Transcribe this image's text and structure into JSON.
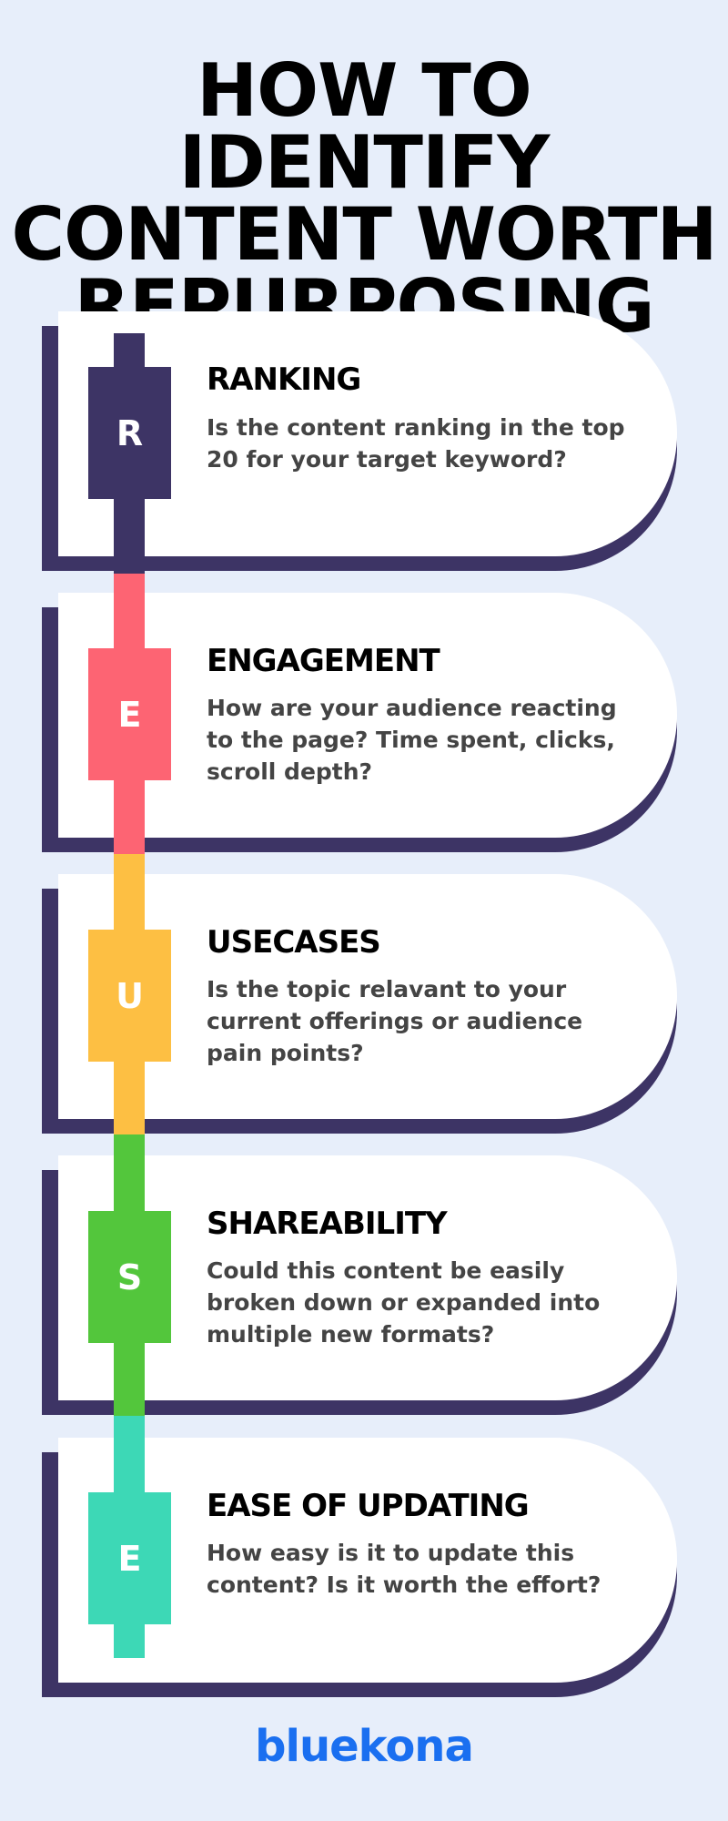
{
  "title": {
    "line1": "HOW TO IDENTIFY",
    "line2": "CONTENT WORTH",
    "line3": "REPURPOSING"
  },
  "colors": {
    "background": "#e7eefa",
    "card_shadow": "#3d3465",
    "logo": "#1a6ff0"
  },
  "items": [
    {
      "letter": "R",
      "heading": "RANKING",
      "body": "Is the content ranking in the top 20 for your target keyword?",
      "color": "#3d3465"
    },
    {
      "letter": "E",
      "heading": "ENGAGEMENT",
      "body": "How are your audience reacting to the page? Time spent, clicks, scroll depth?",
      "color": "#fd6473"
    },
    {
      "letter": "U",
      "heading": "USECASES",
      "body": "Is the topic relavant to your current offerings or audience pain points?",
      "color": "#fdbf43"
    },
    {
      "letter": "S",
      "heading": "SHAREABILITY",
      "body": "Could this content be easily broken down or expanded into multiple new formats?",
      "color": "#53c63c"
    },
    {
      "letter": "E",
      "heading": "EASE OF UPDATING",
      "body": "How easy is it to update this content? Is it worth the effort?",
      "color": "#3dd8b6"
    }
  ],
  "logo": {
    "text": "bluekona"
  }
}
